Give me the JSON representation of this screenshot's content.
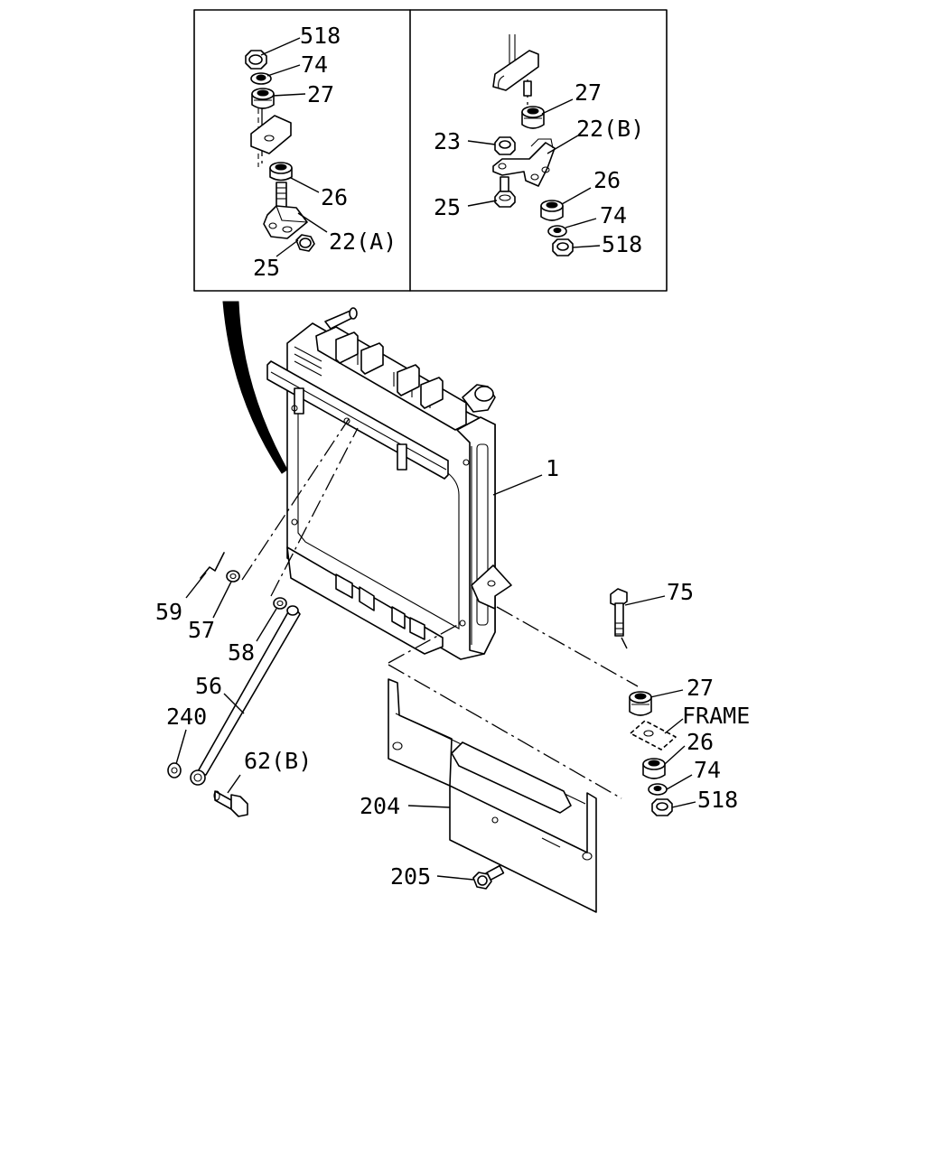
{
  "labels": {
    "inset_a": {
      "p518": "518",
      "p74": "74",
      "p27": "27",
      "p26": "26",
      "p22a": "22(A)",
      "p25": "25"
    },
    "inset_b": {
      "p27": "27",
      "p23": "23",
      "p22b": "22(B)",
      "p26": "26",
      "p25": "25",
      "p74": "74",
      "p518": "518"
    },
    "main": {
      "p1": "1",
      "p75": "75",
      "p59": "59",
      "p57": "57",
      "p58": "58",
      "p56": "56",
      "p240": "240",
      "p62b": "62(B)",
      "p27": "27",
      "frame": "FRAME",
      "p26": "26",
      "p74": "74",
      "p518": "518",
      "p204": "204",
      "p205": "205"
    }
  }
}
